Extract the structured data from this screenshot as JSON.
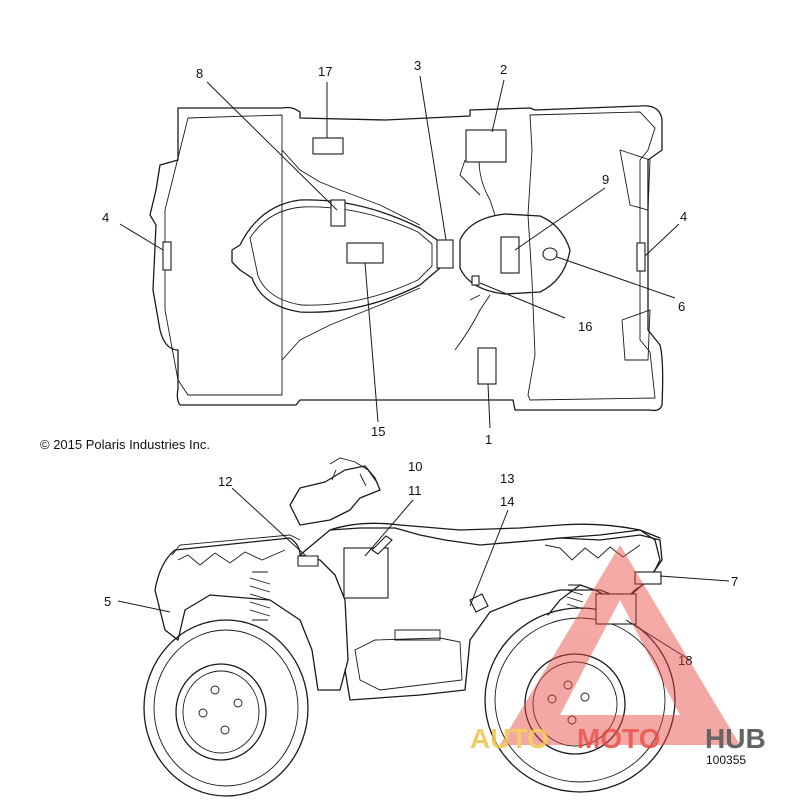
{
  "copyright": "© 2015 Polaris Industries Inc.",
  "part_number": "100355",
  "callouts": {
    "c1": "1",
    "c2": "2",
    "c3": "3",
    "c4a": "4",
    "c4b": "4",
    "c5": "5",
    "c6": "6",
    "c7": "7",
    "c8": "8",
    "c9": "9",
    "c10": "10",
    "c11": "11",
    "c12": "12",
    "c13": "13",
    "c14": "14",
    "c15": "15",
    "c16": "16",
    "c17": "17",
    "c18": "18"
  },
  "watermark": {
    "auto": "AUTO",
    "moto": "MOTO",
    "hub": "HUB",
    "colors": {
      "auto": "#f3c44a",
      "moto": "#e8463f",
      "hub": "#4a4a4a",
      "triangle": "#e8463f"
    }
  }
}
